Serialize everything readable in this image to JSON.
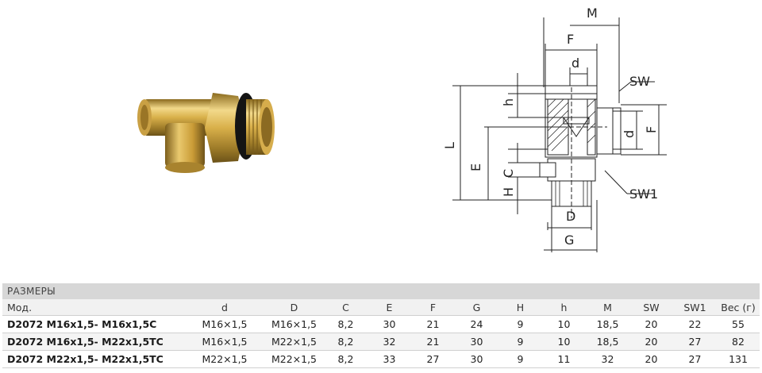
{
  "drawing_labels": {
    "M": "M",
    "F_top": "F",
    "d_top": "d",
    "SW": "SW",
    "h": "h",
    "d_side": "d",
    "F_side": "F",
    "L": "L",
    "E": "E",
    "C": "C",
    "H": "H",
    "SW1": "SW1",
    "D": "D",
    "G": "G"
  },
  "table": {
    "section_title": "РАЗМЕРЫ",
    "headers": [
      "Мод.",
      "d",
      "D",
      "C",
      "E",
      "F",
      "G",
      "H",
      "h",
      "M",
      "SW",
      "SW1",
      "Вес (г)"
    ],
    "rows": [
      [
        "D2072 M16x1,5- M16x1,5C",
        "M16×1,5",
        "M16×1,5",
        "8,2",
        "30",
        "21",
        "24",
        "9",
        "10",
        "18,5",
        "20",
        "22",
        "55"
      ],
      [
        "D2072 M16x1,5- M22x1,5TC",
        "M16×1,5",
        "M22×1,5",
        "8,2",
        "32",
        "21",
        "30",
        "9",
        "10",
        "18,5",
        "20",
        "27",
        "82"
      ],
      [
        "D2072 M22x1,5- M22x1,5TC",
        "M22×1,5",
        "M22×1,5",
        "8,2",
        "33",
        "27",
        "30",
        "9",
        "11",
        "32",
        "20",
        "27",
        "131"
      ]
    ]
  }
}
